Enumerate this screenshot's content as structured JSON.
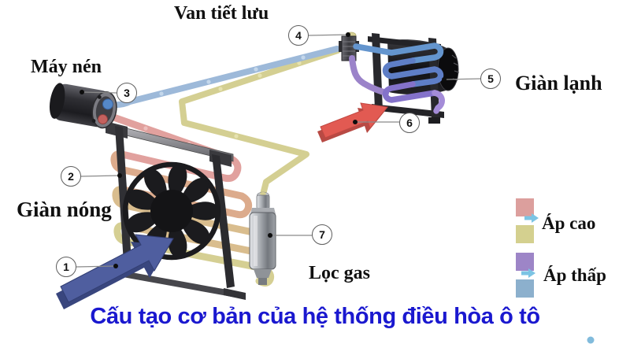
{
  "diagram": {
    "title": "Cấu tạo cơ bản của hệ thống điều hòa ô tô",
    "title_color": "#1a18cf"
  },
  "labels": {
    "expansion_valve": "Van tiết lưu",
    "compressor": "Máy nén",
    "evaporator": "Giàn lạnh",
    "condenser": "Giàn nóng",
    "receiver_drier": "Lọc gas"
  },
  "callouts": {
    "c1": "1",
    "c2": "2",
    "c3": "3",
    "c4": "4",
    "c5": "5",
    "c6": "6",
    "c7": "7"
  },
  "legend": {
    "high_pressure_label": "Áp cao",
    "low_pressure_label": "Áp thấp",
    "colors": {
      "high_pressure_gas": "#dc9f9d",
      "high_pressure_liquid": "#d4d08f",
      "low_pressure_liquid": "#9d85c7",
      "low_pressure_gas": "#8cb0cd",
      "flow_arrow": "#7cc4e4"
    }
  }
}
